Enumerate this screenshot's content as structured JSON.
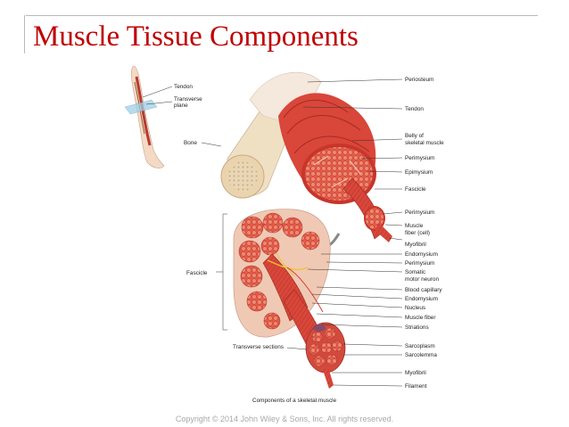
{
  "slide": {
    "title": "Muscle Tissue Components",
    "copyright": "Copyright © 2014 John Wiley & Sons, Inc. All rights reserved."
  },
  "figure": {
    "caption": "Components of a skeletal muscle",
    "left_labels": {
      "tendon": "Tendon",
      "transverse_plane_1": "Transverse",
      "transverse_plane_2": "plane",
      "bone": "Bone",
      "fascicle": "Fascicle",
      "transverse_sections": "Transverse sections"
    },
    "right_labels": {
      "periosteum": "Periosteum",
      "tendon": "Tendon",
      "belly_1": "Belly of",
      "belly_2": "skeletal muscle",
      "perimysium": "Perimysium",
      "epimysium": "Epimysium",
      "fascicle": "Fascicle",
      "perimysium_2": "Perimysium",
      "muscle_fiber_1": "Muscle",
      "muscle_fiber_2": "fiber (cell)",
      "myofibril": "Myofibril",
      "endomysium": "Endomysium",
      "perimysium_3": "Perimysium",
      "somatic_1": "Somatic",
      "somatic_2": "motor neuron",
      "blood_capillary": "Blood capillary",
      "endomysium_2": "Endomysium",
      "nucleus": "Nucleus",
      "muscle_fiber": "Muscle fiber",
      "striations": "Striations",
      "sarcoplasm": "Sarcoplasm",
      "sarcolemma": "Sarcolemma",
      "myofibril_2": "Myofibril",
      "filament": "Filament"
    }
  },
  "colors": {
    "title": "#c00000",
    "muscle": "#d9463a",
    "muscle_dark": "#a82a22",
    "muscle_light": "#f2a48f",
    "bone": "#ead6b2",
    "tendon": "#f4e4d6",
    "nerve": "#f2c230"
  }
}
